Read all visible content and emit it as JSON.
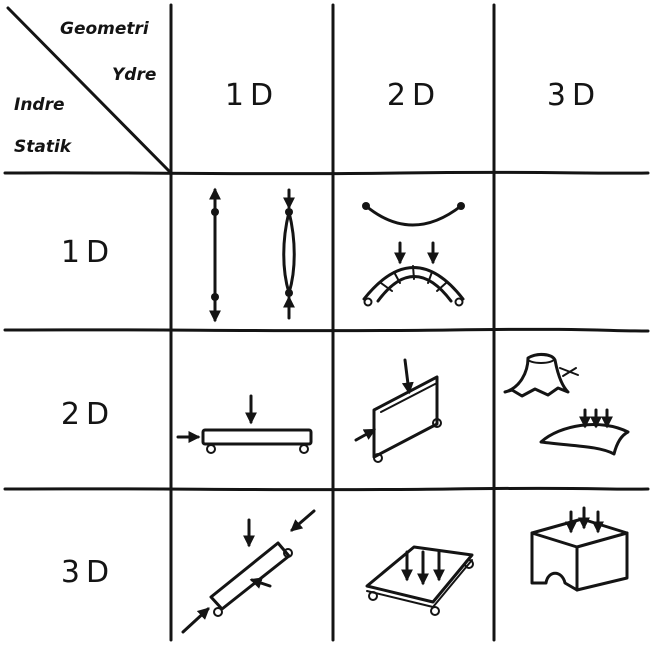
{
  "corner": {
    "top_line1": "Geometri",
    "top_line2": "Ydre",
    "bottom_line1": "Indre",
    "bottom_line2": "Statik"
  },
  "columns": [
    "1D",
    "2D",
    "3D"
  ],
  "rows": [
    "1D",
    "2D",
    "3D"
  ],
  "cells": [
    {
      "row": "1D",
      "col": "1D",
      "sketch": "tension-bar-and-compression-strut-icon"
    },
    {
      "row": "1D",
      "col": "2D",
      "sketch": "cable-and-arch-icon"
    },
    {
      "row": "1D",
      "col": "3D",
      "sketch": ""
    },
    {
      "row": "2D",
      "col": "1D",
      "sketch": "beam-icon"
    },
    {
      "row": "2D",
      "col": "2D",
      "sketch": "wall-plate-icon"
    },
    {
      "row": "2D",
      "col": "3D",
      "sketch": "shell-icon"
    },
    {
      "row": "3D",
      "col": "1D",
      "sketch": "inclined-beam-icon"
    },
    {
      "row": "3D",
      "col": "2D",
      "sketch": "plate-slab-icon"
    },
    {
      "row": "3D",
      "col": "3D",
      "sketch": "solid-block-icon"
    }
  ],
  "colors": {
    "ink": "#141414",
    "paper": "#ffffff"
  }
}
